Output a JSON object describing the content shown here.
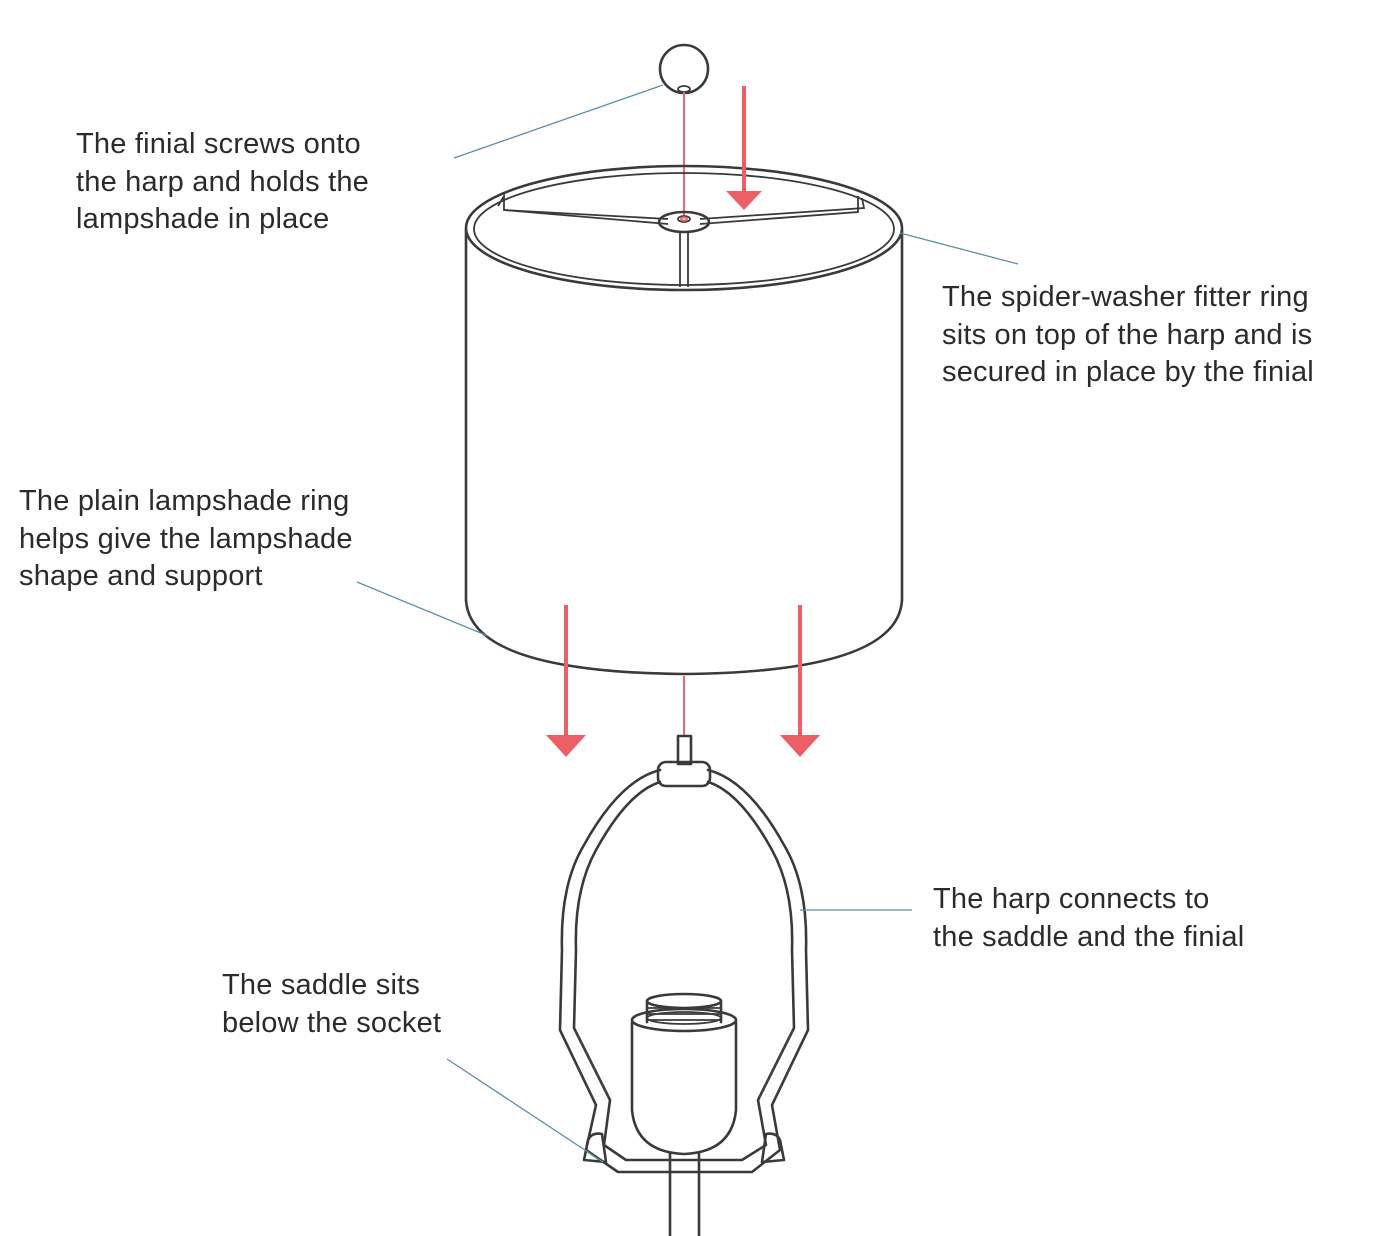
{
  "labels": {
    "finial": [
      "The finial screws onto",
      "the harp and holds the",
      "lampshade in place"
    ],
    "fitter": [
      "The spider-washer fitter ring",
      "sits on top of the harp and is",
      "secured in place by the finial"
    ],
    "ring": [
      "The plain lampshade ring",
      "helps give the lampshade",
      "shape and support"
    ],
    "harp": [
      "The harp connects to",
      "the saddle and the finial"
    ],
    "saddle": [
      "The saddle sits",
      "below the socket"
    ]
  },
  "colors": {
    "line": "#3a3a3a",
    "leader": "#5b8fa8",
    "arrow": "#ec5f66",
    "text": "#2b2b2b"
  }
}
